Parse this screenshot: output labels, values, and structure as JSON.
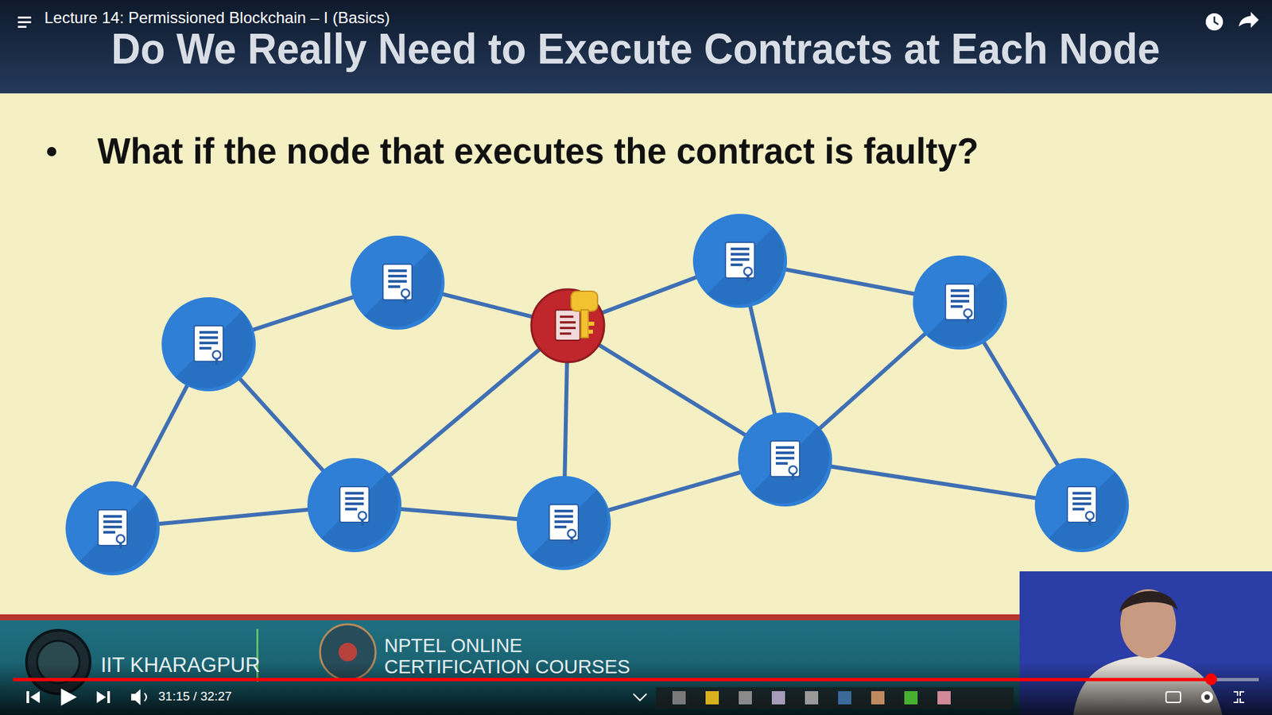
{
  "diagram": {
    "title": "Do We Really Need to Execute Contracts at Each Node",
    "labels": [
      "Lecture 14: Permissioned Blockchain – I (Basics)",
      "What if the node that executes the contract is faulty?",
      "IIT KHARAGPUR",
      "NPTEL ONLINE CERTIFICATION COURSES",
      "31:15 / 32:27"
    ]
  }
}
